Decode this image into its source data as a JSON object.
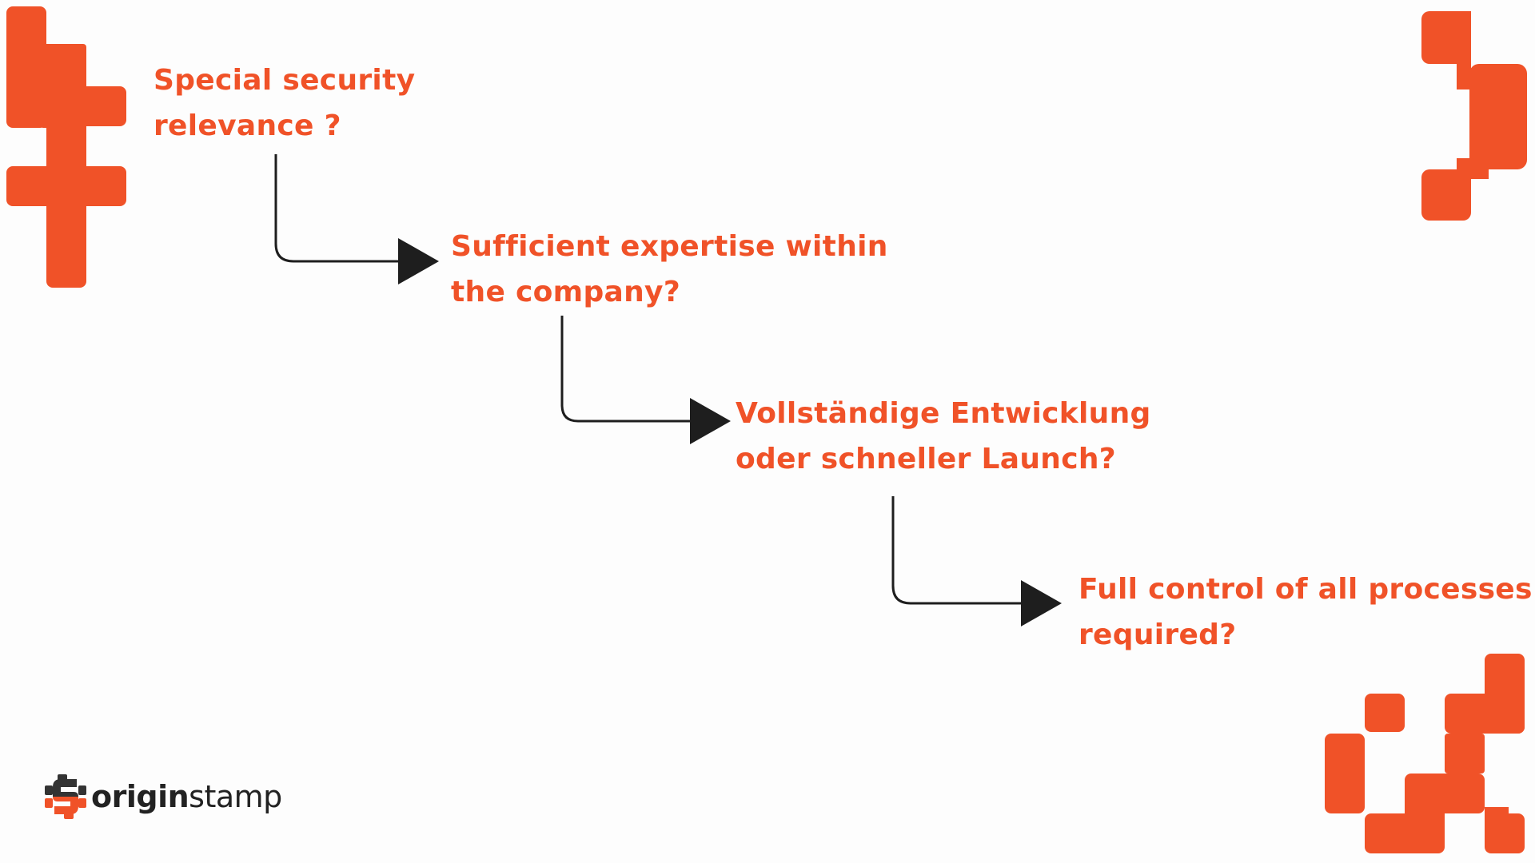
{
  "diagram": {
    "questions": [
      {
        "lines": [
          "Special security",
          "relevance ?"
        ]
      },
      {
        "lines": [
          "Sufficient expertise within",
          "the company?"
        ]
      },
      {
        "lines": [
          "Vollständige Entwicklung",
          "oder schneller Launch?"
        ]
      },
      {
        "lines": [
          "Full control of all processes",
          "required?"
        ]
      }
    ]
  },
  "logo": {
    "word_bold": "origin",
    "word_light": "stamp",
    "icon": "originstamp-s-logo-icon"
  },
  "colors": {
    "accent": "#f05228",
    "arrow": "#1e1e1e",
    "background": "#fdfdfd",
    "logo_text": "#222222"
  }
}
